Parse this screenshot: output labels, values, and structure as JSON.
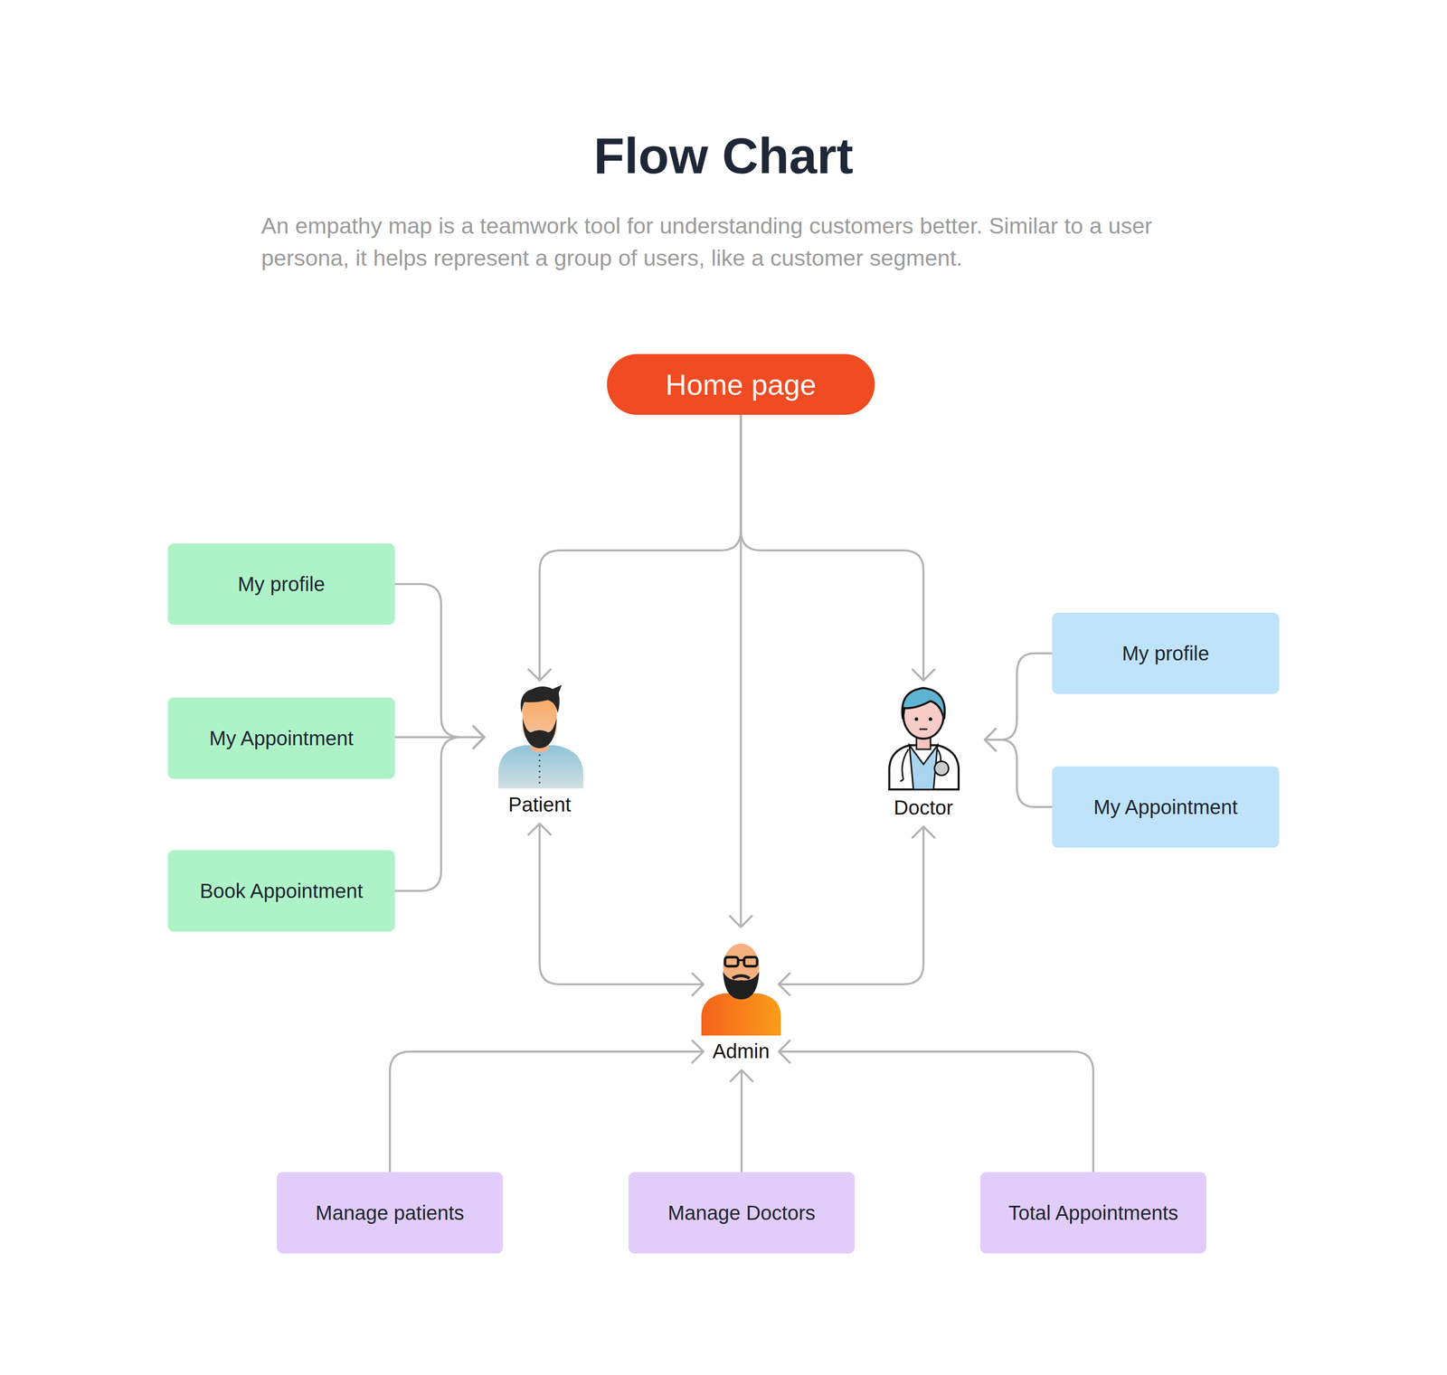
{
  "diagram": {
    "title": "Flow Chart",
    "caption": "An empathy map is a teamwork tool for understanding customers better. Similar to a user persona, it helps represent a group of users, like a customer segment.",
    "nodes": [
      {
        "text": [
          "Home page"
        ]
      },
      {
        "text": [
          "My profile"
        ]
      },
      {
        "text": [
          "My Appointment"
        ]
      },
      {
        "text": [
          "Book Appointment"
        ]
      },
      {
        "text": [
          "Patient"
        ]
      },
      {
        "text": [
          "Doctor"
        ]
      },
      {
        "text": [
          "My profile"
        ]
      },
      {
        "text": [
          "My Appointment"
        ]
      },
      {
        "text": [
          "Admin"
        ]
      },
      {
        "text": [
          "Manage patients"
        ]
      },
      {
        "text": [
          "Manage Doctors"
        ]
      },
      {
        "text": [
          "Total Appointments"
        ]
      }
    ],
    "edges": [
      {
        "from": 0,
        "to": 4,
        "arrow": "to"
      },
      {
        "from": 0,
        "to": 5,
        "arrow": "to"
      },
      {
        "from": 0,
        "to": 8,
        "arrow": "to"
      },
      {
        "from": 1,
        "to": 4,
        "arrow": "to"
      },
      {
        "from": 2,
        "to": 4,
        "arrow": "to"
      },
      {
        "from": 3,
        "to": 4,
        "arrow": "to"
      },
      {
        "from": 6,
        "to": 5,
        "arrow": "to"
      },
      {
        "from": 7,
        "to": 5,
        "arrow": "to"
      },
      {
        "from": 4,
        "to": 8,
        "arrow": "both"
      },
      {
        "from": 5,
        "to": 8,
        "arrow": "both"
      },
      {
        "from": 9,
        "to": 8,
        "arrow": "to"
      },
      {
        "from": 10,
        "to": 8,
        "arrow": "to"
      },
      {
        "from": 11,
        "to": 8,
        "arrow": "to"
      }
    ]
  }
}
